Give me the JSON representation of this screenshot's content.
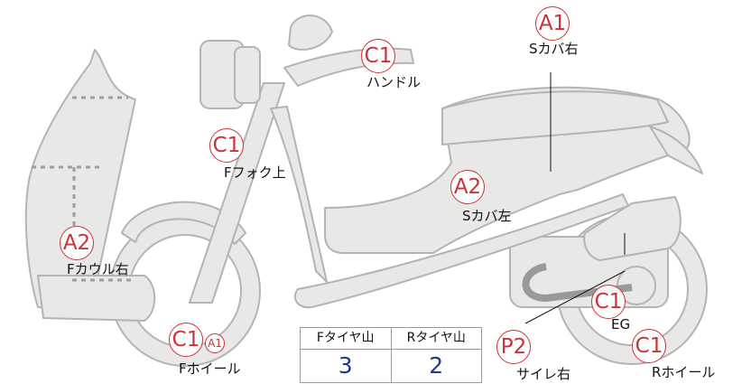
{
  "parts": [
    {
      "id": "s-cover-right",
      "grades": [
        "A1"
      ],
      "label": "Sカバ右"
    },
    {
      "id": "handle",
      "grades": [
        "C1"
      ],
      "label": "ハンドル"
    },
    {
      "id": "f-fork-upper",
      "grades": [
        "C1"
      ],
      "label": "Fフォク上"
    },
    {
      "id": "s-cover-left",
      "grades": [
        "A2"
      ],
      "label": "Sカバ左"
    },
    {
      "id": "f-cowl-right",
      "grades": [
        "A2"
      ],
      "label": "Fカウル右"
    },
    {
      "id": "f-wheel",
      "grades": [
        "C1",
        "A1"
      ],
      "label": "Fホイール"
    },
    {
      "id": "side-muffler-right",
      "grades": [
        "P2"
      ],
      "label": "サイレ右"
    },
    {
      "id": "engine",
      "grades": [
        "C1"
      ],
      "label": "EG"
    },
    {
      "id": "r-wheel",
      "grades": [
        "C1"
      ],
      "label": "Rホイール"
    }
  ],
  "tread_table": {
    "headers": [
      "Fタイヤ山",
      "Rタイヤ山"
    ],
    "values": [
      "3",
      "2"
    ]
  },
  "colors": {
    "grade": "#c7343a",
    "body_fill": "#e8e8e6",
    "body_stroke": "#b4b4b2",
    "tread_value": "#1d3a8a"
  }
}
